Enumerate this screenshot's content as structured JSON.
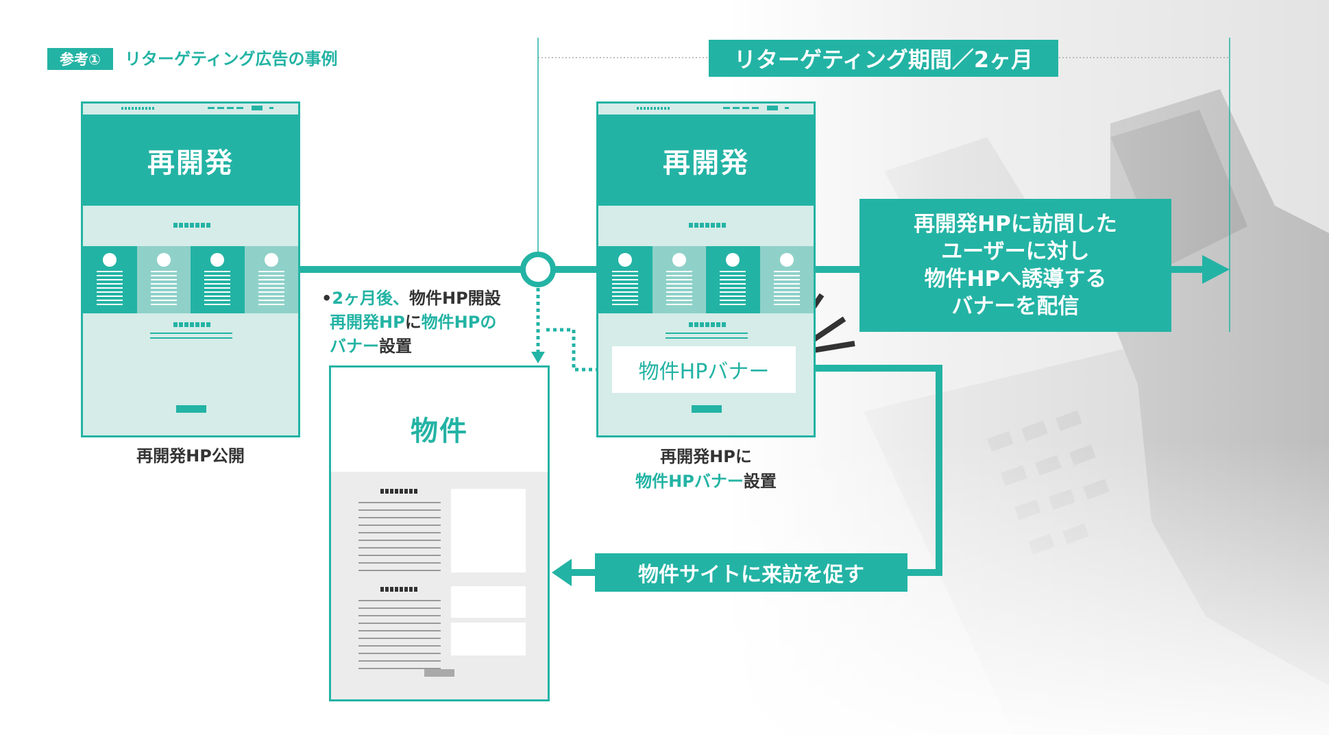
{
  "heading": {
    "badge": "参考①",
    "title": "リターゲティング広告の事例"
  },
  "period": {
    "label": "リターゲティング期間／2ヶ月"
  },
  "site_left": {
    "title": "再開発",
    "caption": "再開発HP公開"
  },
  "site_right": {
    "title": "再開発",
    "caption_line1": "再開発HPに",
    "caption_line2_teal": "物件HPバナー",
    "caption_line2_dark": "設置"
  },
  "note": {
    "bullet": "•",
    "line1_teal": "2ヶ月後、",
    "line1_dark": "物件HP開設",
    "line2_teal_a": "再開発HP",
    "line2_dark": "に",
    "line2_teal_b": "物件HPの",
    "line3_teal": "バナー",
    "line3_dark": "設置"
  },
  "property_page": {
    "title": "物件"
  },
  "banner": {
    "label": "物件HPバナー"
  },
  "result": {
    "lines": [
      "再開発HPに訪問した",
      "ユーザーに対し",
      "物件HPへ誘導する",
      "バナーを配信"
    ]
  },
  "visit": {
    "label": "物件サイトに来訪を促す"
  },
  "colors": {
    "accent": "#23b3a4",
    "accent_light": "#d5ece8",
    "accent_mid": "#8fd1c9",
    "text_dark": "#333333"
  }
}
